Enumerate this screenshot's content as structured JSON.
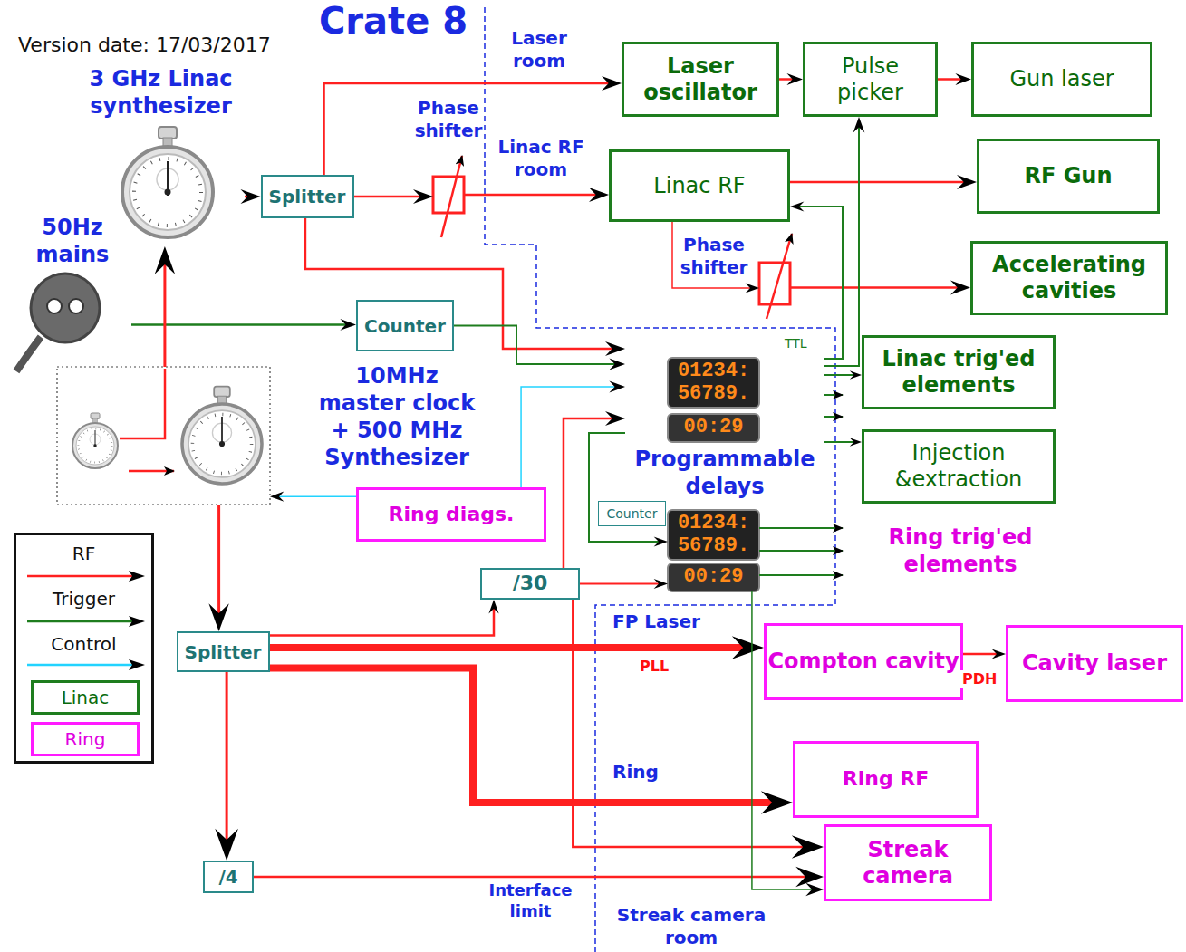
{
  "diagram": {
    "title": "Crate 8",
    "nodes": [
      {
        "text": [
          "3 GHz Linac synthesizer"
        ]
      },
      {
        "text": [
          "Splitter"
        ]
      },
      {
        "text": [
          "Phase shifter"
        ]
      },
      {
        "text": [
          "Laser oscillator"
        ]
      },
      {
        "text": [
          "Pulse picker"
        ]
      },
      {
        "text": [
          "Gun laser"
        ]
      },
      {
        "text": [
          "Linac RF"
        ]
      },
      {
        "text": [
          "RF Gun"
        ]
      },
      {
        "text": [
          "Phase shifter"
        ]
      },
      {
        "text": [
          "Accelerating cavities"
        ]
      },
      {
        "text": [
          "50Hz mains"
        ]
      },
      {
        "text": [
          "Counter"
        ]
      },
      {
        "text": [
          "10MHz master clock + 500 MHz Synthesizer"
        ]
      },
      {
        "text": [
          "01234: 56789.",
          "00:29",
          "Programmable delays"
        ]
      },
      {
        "text": [
          "Counter"
        ]
      },
      {
        "text": [
          "01234: 56789.",
          "00:29"
        ]
      },
      {
        "text": [
          "Linac trig'ed elements"
        ]
      },
      {
        "text": [
          "Injection &extraction"
        ]
      },
      {
        "text": [
          "Ring diags."
        ]
      },
      {
        "text": [
          "Splitter"
        ]
      },
      {
        "text": [
          "/30"
        ]
      },
      {
        "text": [
          "Compton cavity"
        ]
      },
      {
        "text": [
          "Cavity laser"
        ]
      },
      {
        "text": [
          "Ring RF"
        ]
      },
      {
        "text": [
          "Streak camera"
        ]
      },
      {
        "text": [
          "/4"
        ]
      }
    ],
    "edges": [
      {
        "from": 0,
        "to": 1,
        "arrow": "to"
      },
      {
        "from": 1,
        "to": 3,
        "arrow": "to"
      },
      {
        "from": 1,
        "to": 2,
        "arrow": "to"
      },
      {
        "from": 2,
        "to": 6,
        "arrow": "to"
      },
      {
        "from": 3,
        "to": 4,
        "arrow": "to"
      },
      {
        "from": 4,
        "to": 5,
        "arrow": "to"
      },
      {
        "from": 6,
        "to": 7,
        "arrow": "to"
      },
      {
        "from": 6,
        "to": 8,
        "arrow": "to"
      },
      {
        "from": 8,
        "to": 9,
        "arrow": "to"
      },
      {
        "from": 1,
        "to": 13,
        "arrow": "to"
      },
      {
        "from": 10,
        "to": 11,
        "arrow": "to"
      },
      {
        "from": 11,
        "to": 13,
        "arrow": "to"
      },
      {
        "from": 12,
        "to": 0,
        "arrow": "to"
      },
      {
        "from": 12,
        "to": 19,
        "arrow": "to"
      },
      {
        "from": 18,
        "to": 12,
        "arrow": "to"
      },
      {
        "from": 18,
        "to": 13,
        "arrow": "to"
      },
      {
        "from": 13,
        "to": 6,
        "arrow": "to"
      },
      {
        "from": 13,
        "to": 4,
        "arrow": "to"
      },
      {
        "from": 13,
        "to": 16,
        "arrow": "to"
      },
      {
        "from": 13,
        "to": 17,
        "arrow": "to"
      },
      {
        "from": 20,
        "to": 13,
        "arrow": "to"
      },
      {
        "from": 13,
        "to": 15,
        "arrow": "to"
      },
      {
        "from": 20,
        "to": 15,
        "arrow": "to"
      },
      {
        "from": 19,
        "to": 20,
        "arrow": "to"
      },
      {
        "from": 19,
        "to": 21,
        "label": "PLL",
        "arrow": "to"
      },
      {
        "from": 21,
        "to": 22,
        "label": "PDH",
        "arrow": "to"
      },
      {
        "from": 19,
        "to": 23,
        "arrow": "to"
      },
      {
        "from": 19,
        "to": 25,
        "arrow": "to"
      },
      {
        "from": 25,
        "to": 24,
        "arrow": "to"
      },
      {
        "from": 20,
        "to": 24,
        "arrow": "to"
      },
      {
        "from": 15,
        "to": 24,
        "arrow": "to"
      }
    ],
    "labels": [
      "Version date: 17/03/2017",
      "Laser room",
      "Linac RF room",
      "TTL",
      "Ring trig'ed elements",
      "FP Laser",
      "Ring",
      "Interface limit",
      "Streak camera room"
    ],
    "legend": [
      {
        "text": "RF",
        "color": "#ff2020"
      },
      {
        "text": "Trigger",
        "color": "#1e7d1e"
      },
      {
        "text": "Control",
        "color": "#22d3ff"
      },
      {
        "text": "Linac",
        "color": "#1e7d1e"
      },
      {
        "text": "Ring",
        "color": "#ff1aff"
      }
    ]
  }
}
